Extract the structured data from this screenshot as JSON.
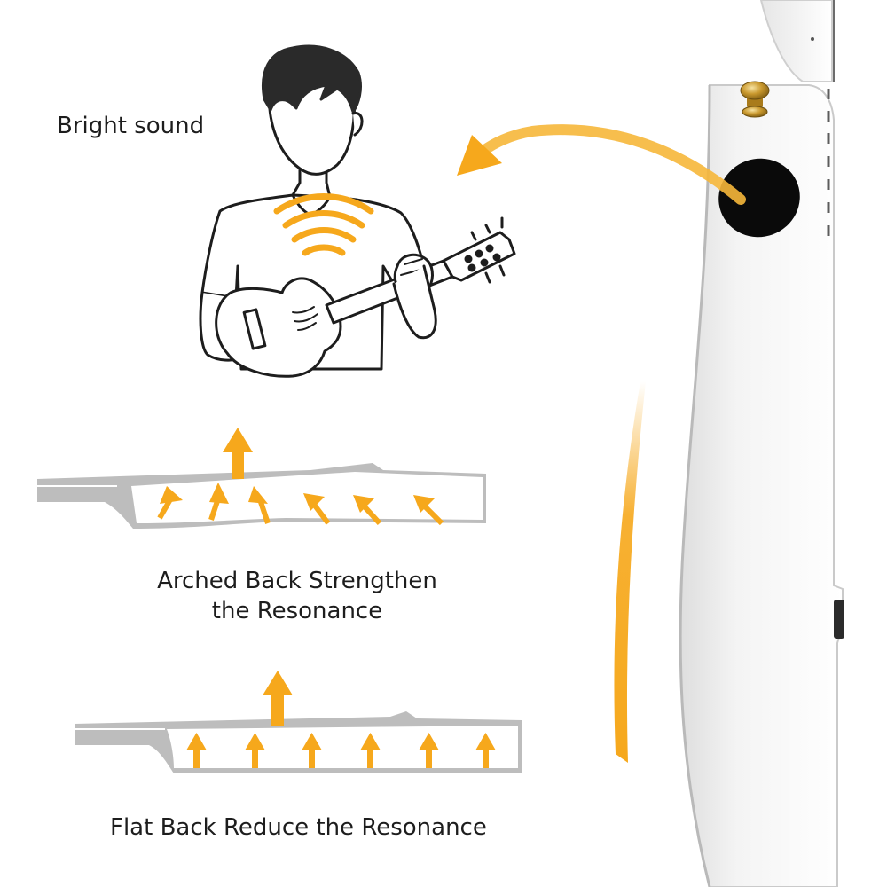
{
  "labels": {
    "bright": "Bright sound",
    "arched_line1": "Arched Back Strengthen",
    "arched_line2": "the Resonance",
    "flat": "Flat Back Reduce the Resonance"
  },
  "icons": [
    "person-playing-ukulele",
    "sound-wave-icon",
    "curved-arrow-icon",
    "resonance-arrow-icon",
    "ukulele-side-view"
  ],
  "colors": {
    "accent": "#f6a81c",
    "outline": "#1d1d1d",
    "body_gray": "#bdbdbd",
    "text": "#1d1d1d"
  }
}
